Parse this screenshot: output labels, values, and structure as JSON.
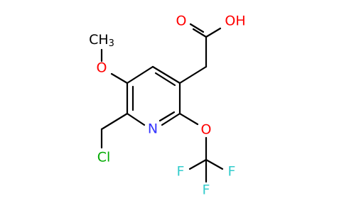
{
  "molecule": {
    "atoms": {
      "ring_nitrogen": "N",
      "methoxy_oxygen": "O",
      "methoxy_methyl": "CH",
      "methoxy_methyl_subscript": "3",
      "carboxyl_carbonyl_oxygen": "O",
      "carboxyl_hydroxyl": "OH",
      "chlorine": "Cl",
      "ether_oxygen": "O",
      "fluorine_1": "F",
      "fluorine_2": "F",
      "fluorine_3": "F"
    },
    "colors": {
      "bond": "#000000",
      "nitrogen": "#3333ff",
      "oxygen": "#ff0000",
      "chlorine": "#00aa00",
      "fluorine": "#33cccc",
      "carbon": "#000000"
    }
  }
}
